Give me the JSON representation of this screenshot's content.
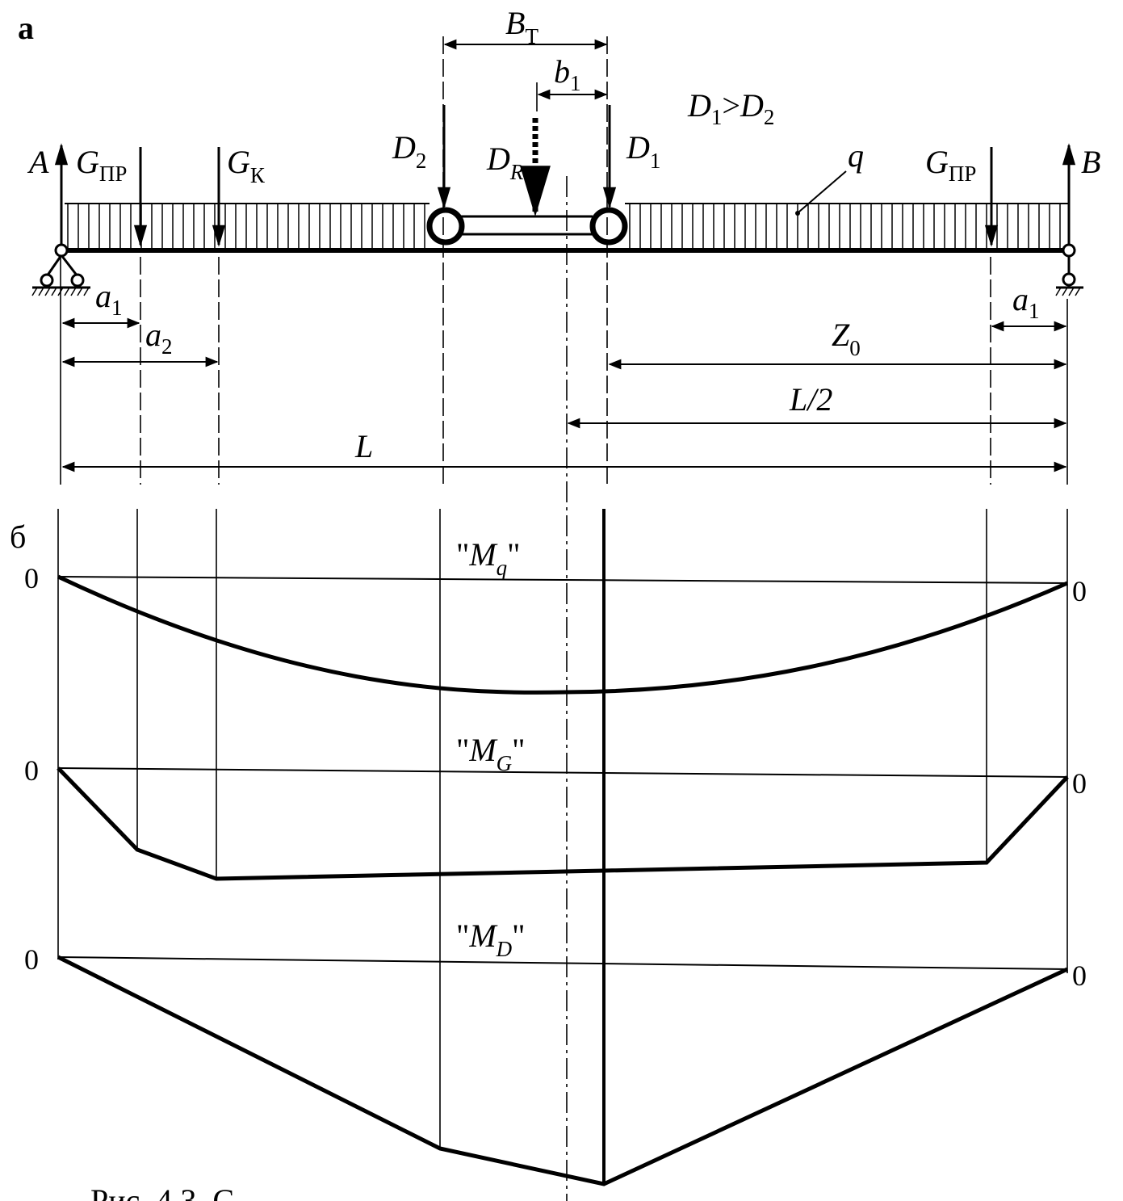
{
  "panels": {
    "a": "а",
    "b": "б"
  },
  "labels": {
    "BT_main": "B",
    "BT_sub": "Т",
    "b1_main": "b",
    "b1_sub": "1",
    "ineq_D1": "D",
    "ineq_D1_sub": "1",
    "ineq_op": ">",
    "ineq_D2": "D",
    "ineq_D2_sub": "2",
    "A": "A",
    "B": "B",
    "Gpr_main": "G",
    "Gpr_sub": "ПР",
    "Gk_main": "G",
    "Gk_sub": "К",
    "D2_main": "D",
    "D2_sub": "2",
    "DR_main": "D",
    "DR_sub": "R",
    "D1_main": "D",
    "D1_sub": "1",
    "q": "q",
    "Gpr2_main": "G",
    "Gpr2_sub": "ПР",
    "a1_main": "a",
    "a1_sub": "1",
    "a2_main": "a",
    "a2_sub": "2",
    "a1r_main": "a",
    "a1r_sub": "1",
    "Z0_main": "Z",
    "Z0_sub": "0",
    "L2": "L/2",
    "L": "L"
  },
  "moments": {
    "Mq": {
      "main": "M",
      "sub": "q"
    },
    "MG": {
      "main": "M",
      "sub": "G"
    },
    "MD": {
      "main": "M",
      "sub": "D"
    }
  },
  "zero": "0",
  "caption_fragment": "Рис. 4.3. С"
}
